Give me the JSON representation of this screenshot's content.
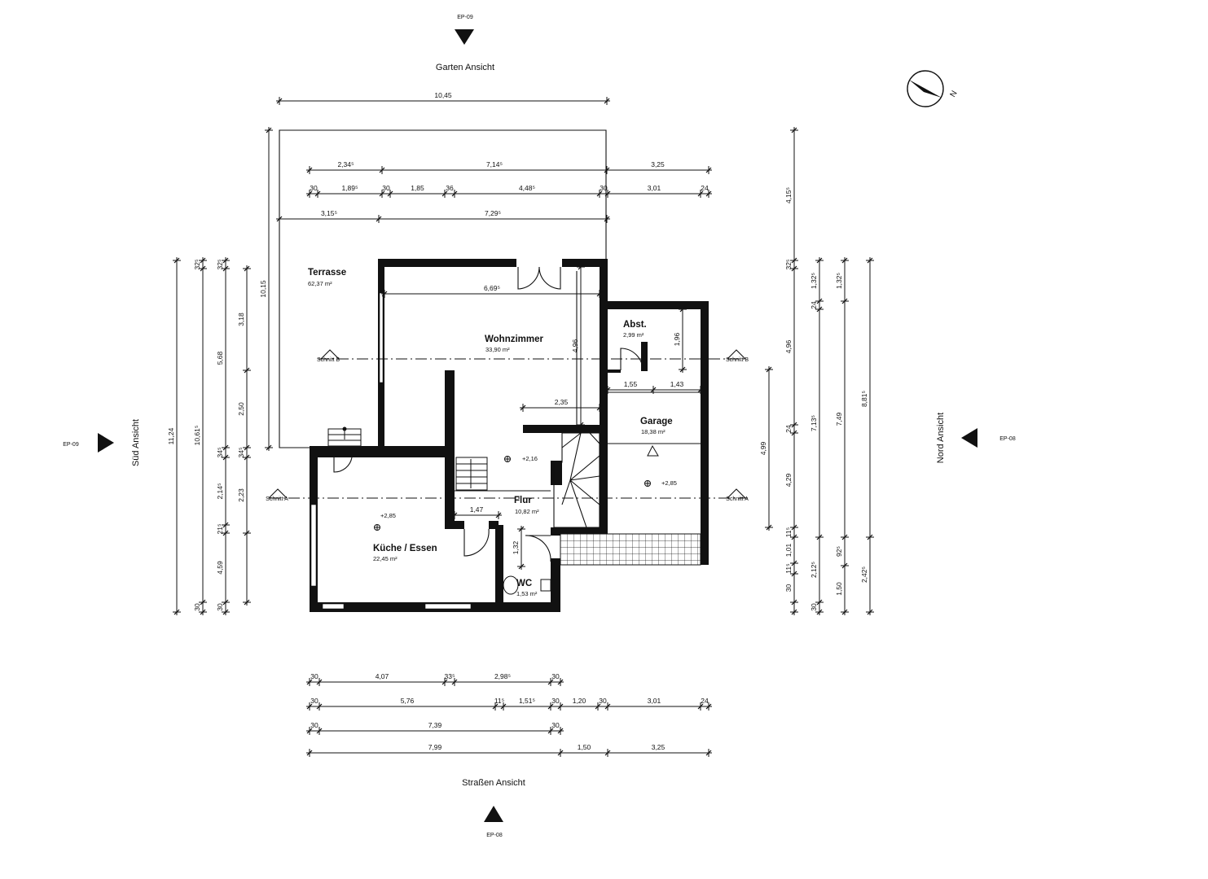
{
  "views": {
    "top": {
      "code": "EP-09",
      "label": "Garten Ansicht"
    },
    "bottom": {
      "code": "EP-08",
      "label": "Straßen Ansicht"
    },
    "left": {
      "code": "EP-09",
      "label": "Süd Ansicht"
    },
    "right": {
      "code": "EP-08",
      "label": "Nord Ansicht"
    }
  },
  "north_label": "N",
  "rooms": [
    {
      "key": "terrasse",
      "name": "Terrasse",
      "area": "62,37 m²"
    },
    {
      "key": "wohnzimmer",
      "name": "Wohnzimmer",
      "area": "33,90 m²"
    },
    {
      "key": "abst",
      "name": "Abst.",
      "area": "2,99 m²"
    },
    {
      "key": "garage",
      "name": "Garage",
      "area": "18,38 m²"
    },
    {
      "key": "flur",
      "name": "Flur",
      "area": "10,82 m²"
    },
    {
      "key": "kueche",
      "name": "Küche / Essen",
      "area": "22,45 m²"
    },
    {
      "key": "wc",
      "name": "WC",
      "area": "1,53 m²"
    }
  ],
  "levels": [
    "+2,16",
    "+2,85",
    "+2,85"
  ],
  "sections": {
    "a": "Schnitt A",
    "b": "Schnitt B"
  },
  "dims": {
    "top_overall": "10,45",
    "top_row1": [
      "2,34⁵",
      "7,14⁵",
      "3,25"
    ],
    "top_row2": [
      "30",
      "1,89⁵",
      "30",
      "1,85",
      "36",
      "4,48⁵",
      "30",
      "3,01",
      "24"
    ],
    "top_row3": [
      "3,15⁵",
      "7,29⁵"
    ],
    "terrace_depth": "10,15",
    "inner": [
      "6,69⁵",
      "4,96",
      "2,35",
      "1,96",
      "1,55",
      "1,43",
      "1,47",
      "1,32",
      "4,99"
    ],
    "left_col1": "11,24",
    "left_col2": [
      "32⁵",
      "10,61⁵",
      "30"
    ],
    "left_col3": [
      "32⁵",
      "5,68",
      "34⁵",
      "2,14⁵",
      "21⁵",
      "4,59",
      "30"
    ],
    "left_col4": [
      "3,18",
      "2,50",
      "34⁵",
      "2,23"
    ],
    "right_col1": [
      "4,15⁵",
      "32⁵",
      "4,96",
      "24",
      "4,29",
      "11⁵",
      "1,01",
      "11⁵",
      "30"
    ],
    "right_col2": [
      "1,32⁵",
      "24",
      "7,13⁵",
      "2,12⁵",
      "30"
    ],
    "right_col3": [
      "1,32⁵",
      "7,49",
      "92⁵",
      "1,50"
    ],
    "right_col4": [
      "8,81⁵",
      "2,42⁵"
    ],
    "bottom_row1": [
      "30",
      "4,07",
      "33⁵",
      "2,98⁵",
      "30"
    ],
    "bottom_row2": [
      "30",
      "5,76",
      "11⁵",
      "1,51⁵",
      "30",
      "1,20",
      "30",
      "3,01",
      "24"
    ],
    "bottom_row3": [
      "30",
      "7,39",
      "30"
    ],
    "bottom_row4": [
      "7,99",
      "1,50",
      "3,25"
    ]
  }
}
